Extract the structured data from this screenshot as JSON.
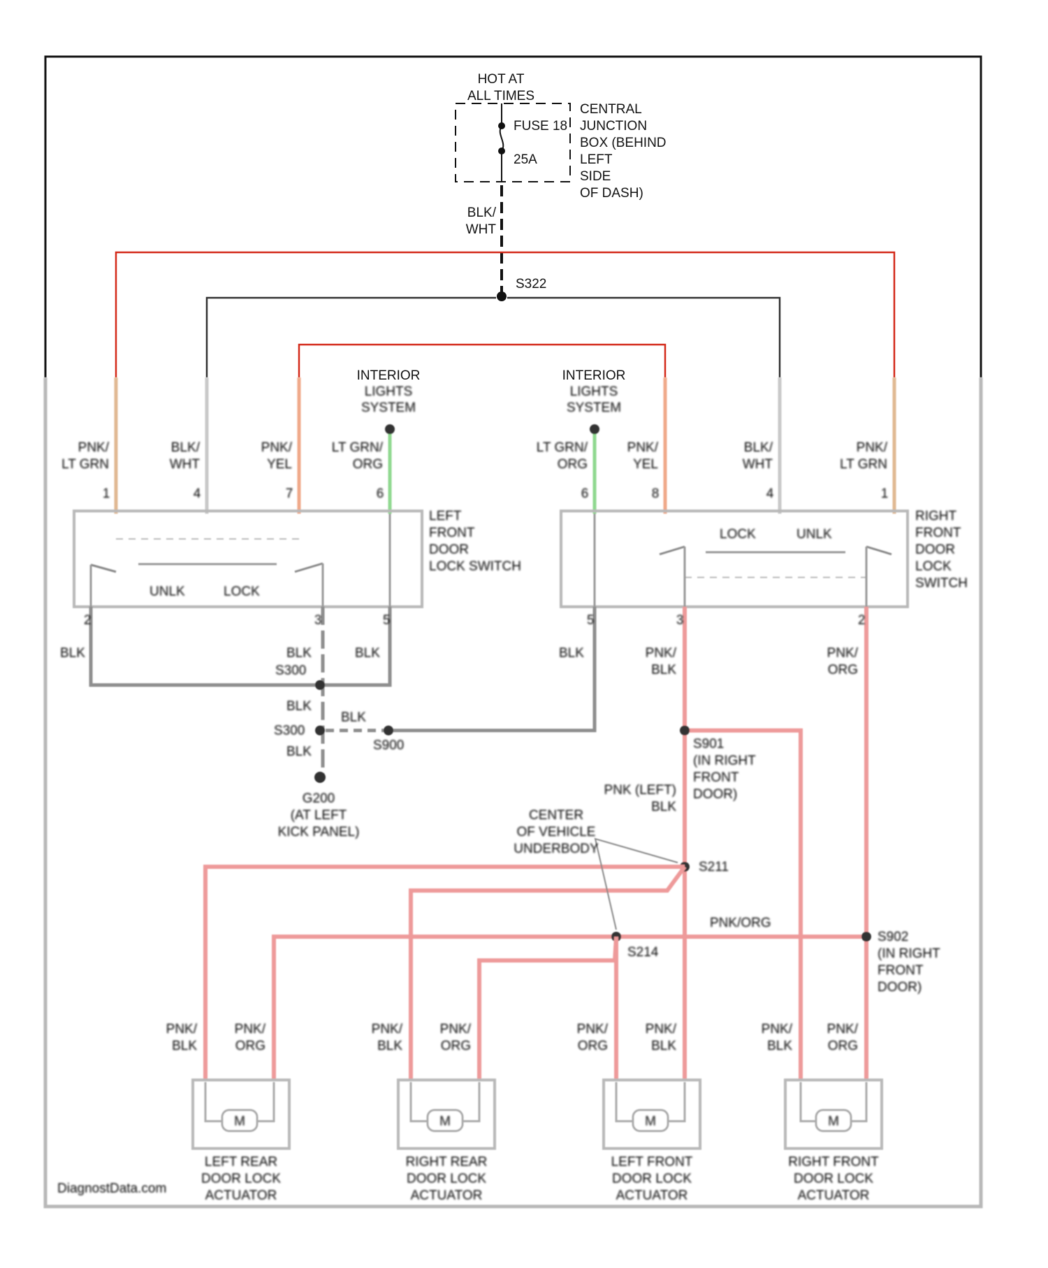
{
  "colors": {
    "frame": "#111111",
    "box": "#b8b8b8",
    "red_wire": "#d42a1a",
    "pink_wire": "#ee9a9a",
    "green_wire": "#8fd88f",
    "tan_wire": "#e0b892",
    "gray_wire": "#8e8e8e",
    "black_wire": "#333333"
  },
  "power": {
    "hot_line1": "HOT AT",
    "hot_line2": "ALL TIMES",
    "fuse_name": "FUSE 18",
    "fuse_rating": "25A",
    "junction_box_lines": [
      "CENTRAL",
      "JUNCTION",
      "BOX (BEHIND",
      "LEFT",
      "SIDE",
      "OF DASH)"
    ],
    "feed_wire_lines": [
      "BLK/",
      "WHT"
    ],
    "splice": "S322"
  },
  "interior_left": {
    "line1": "INTERIOR",
    "line2": "LIGHTS",
    "line3": "SYSTEM"
  },
  "interior_right": {
    "line1": "INTERIOR",
    "line2": "LIGHTS",
    "line3": "SYSTEM"
  },
  "left_switch": {
    "name_lines": [
      "LEFT",
      "FRONT",
      "DOOR",
      "LOCK SWITCH"
    ],
    "unlk": "UNLK",
    "lock": "LOCK",
    "wires": [
      {
        "line1": "PNK/",
        "line2": "LT GRN",
        "pin": "1"
      },
      {
        "line1": "BLK/",
        "line2": "WHT",
        "pin": "4"
      },
      {
        "line1": "PNK/",
        "line2": "YEL",
        "pin": "7"
      },
      {
        "line1": "LT GRN/",
        "line2": "ORG",
        "pin": "6"
      }
    ],
    "bottom_pins": [
      "2",
      "3",
      "5"
    ]
  },
  "right_switch": {
    "name_lines": [
      "RIGHT",
      "FRONT",
      "DOOR",
      "LOCK",
      "SWITCH"
    ],
    "unlk": "UNLK",
    "lock": "LOCK",
    "wires": [
      {
        "line1": "LT GRN/",
        "line2": "ORG",
        "pin": "6"
      },
      {
        "line1": "PNK/",
        "line2": "YEL",
        "pin": "8"
      },
      {
        "line1": "BLK/",
        "line2": "WHT",
        "pin": "4"
      },
      {
        "line1": "PNK/",
        "line2": "LT GRN",
        "pin": "1"
      }
    ],
    "bottom_pins": [
      "5",
      "3",
      "2"
    ]
  },
  "ground": {
    "blk_labels": [
      "BLK",
      "BLK",
      "BLK",
      "BLK",
      "BLK",
      "BLK",
      "BLK"
    ],
    "splice_a": "S300",
    "splice_b": "S300",
    "splice_c": "S900",
    "ground_name": "G200",
    "ground_loc_lines": [
      "(AT LEFT",
      "KICK PANEL)"
    ]
  },
  "harness": {
    "pnk_blk_lines": [
      "PNK/",
      "BLK"
    ],
    "pnk_org_lines": [
      "PNK/",
      "ORG"
    ],
    "s901_lines": [
      "S901",
      "(IN RIGHT",
      "FRONT",
      "DOOR)"
    ],
    "pnk_left_blk_lines": [
      "PNK (LEFT)",
      "BLK"
    ],
    "center_lines": [
      "CENTER",
      "OF VEHICLE",
      "UNDERBODY"
    ],
    "s211": "S211",
    "s214": "S214",
    "pnk_org_mid": "PNK/ORG",
    "s902_lines": [
      "S902",
      "(IN RIGHT",
      "FRONT",
      "DOOR)"
    ]
  },
  "actuators": [
    {
      "name_lines": [
        "LEFT REAR",
        "DOOR LOCK",
        "ACTUATOR"
      ],
      "wire_a": [
        "PNK/",
        "BLK"
      ],
      "wire_b": [
        "PNK/",
        "ORG"
      ],
      "motor": "M"
    },
    {
      "name_lines": [
        "RIGHT REAR",
        "DOOR LOCK",
        "ACTUATOR"
      ],
      "wire_a": [
        "PNK/",
        "BLK"
      ],
      "wire_b": [
        "PNK/",
        "ORG"
      ],
      "motor": "M"
    },
    {
      "name_lines": [
        "LEFT FRONT",
        "DOOR LOCK",
        "ACTUATOR"
      ],
      "wire_a": [
        "PNK/",
        "ORG"
      ],
      "wire_b": [
        "PNK/",
        "BLK"
      ],
      "motor": "M"
    },
    {
      "name_lines": [
        "RIGHT FRONT",
        "DOOR LOCK",
        "ACTUATOR"
      ],
      "wire_a": [
        "PNK/",
        "BLK"
      ],
      "wire_b": [
        "PNK/",
        "ORG"
      ],
      "motor": "M"
    }
  ],
  "watermark": "DiagnostData.com"
}
